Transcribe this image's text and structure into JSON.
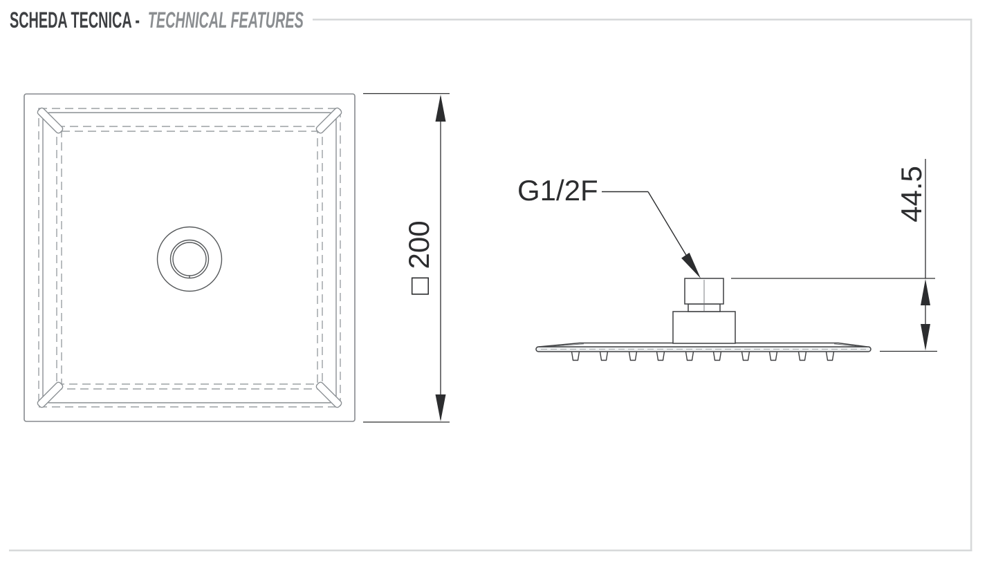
{
  "header": {
    "title_italian": "SCHEDA TECNICA -",
    "title_english": "TECHNICAL FEATURES"
  },
  "colors": {
    "title_dark": "#3e4043",
    "title_gray": "#8b8e91",
    "rule_gray": "#d7d9da",
    "topview_line": "#85898d",
    "topview_dashed": "#9ba0a4",
    "sideview_line": "#3d3e40",
    "dimension_dark": "#2c2d2f"
  },
  "top_view": {
    "dimension_label": "□ 200"
  },
  "side_view": {
    "connection_label": "G1/2F",
    "height_dimension_label": "44.5",
    "nozzle_count": 10
  }
}
